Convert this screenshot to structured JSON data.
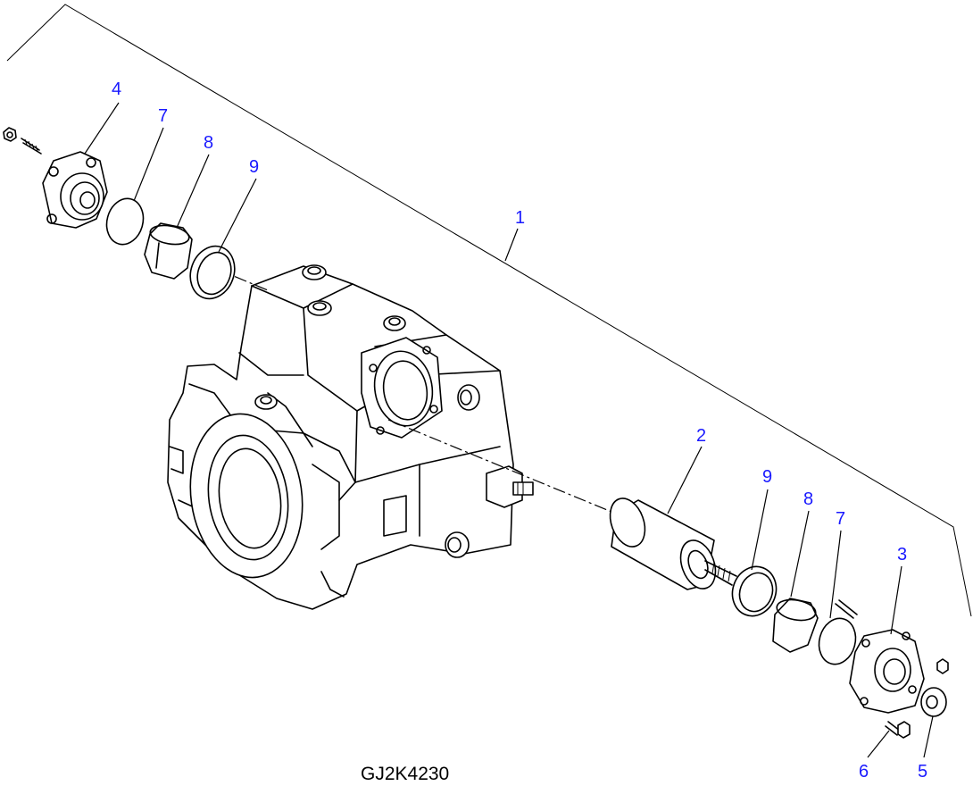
{
  "figure": {
    "drawing_id": "GJ2K4230",
    "callouts": {
      "c1": "1",
      "c2": "2",
      "c3": "3",
      "c4": "4",
      "c5": "5",
      "c6": "6",
      "c7_upper": "7",
      "c8_upper": "8",
      "c9_upper": "9",
      "c7_lower": "7",
      "c8_lower": "8",
      "c9_lower": "9"
    }
  }
}
